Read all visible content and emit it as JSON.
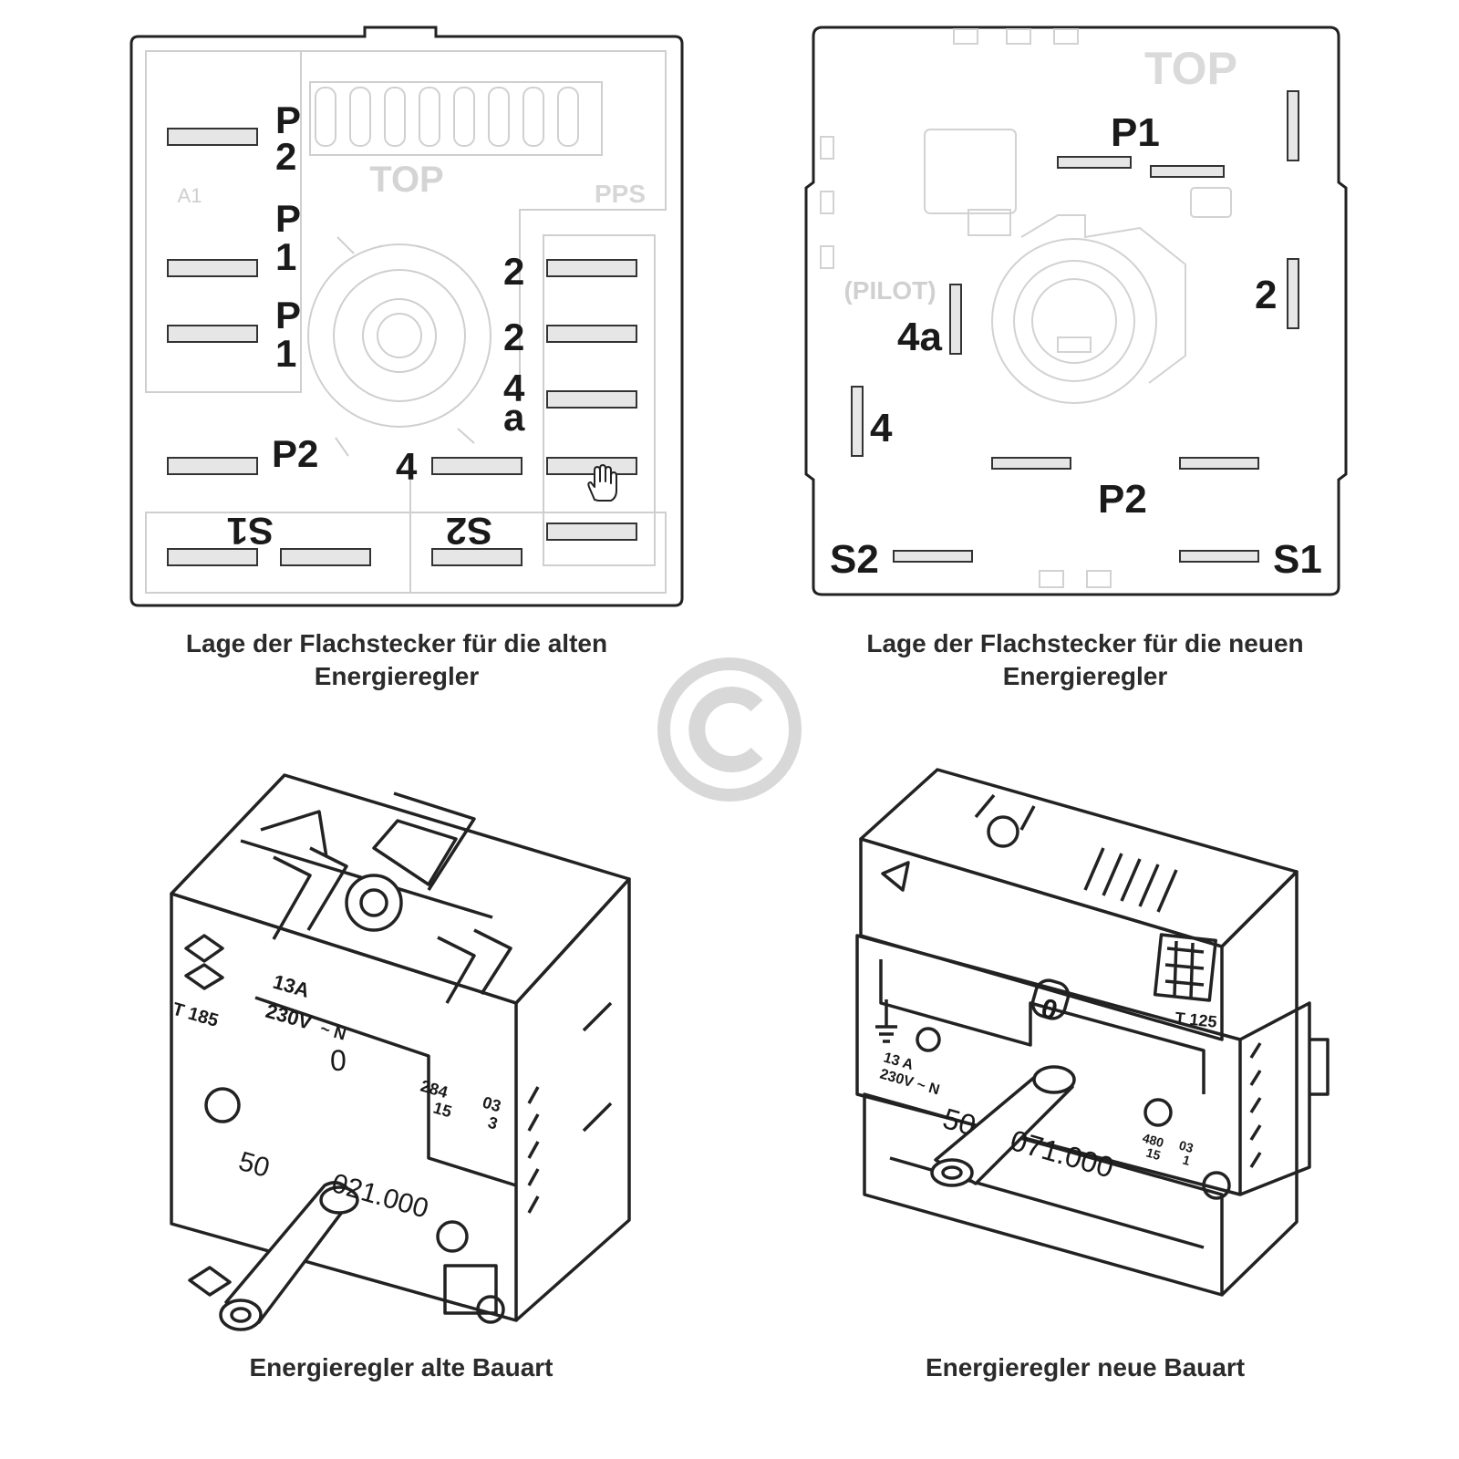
{
  "captions": {
    "old_connectors": "Lage der Flachstecker für die alten Energieregler",
    "new_connectors": "Lage der Flachstecker für die neuen Energieregler",
    "old_model": "Energieregler alte Bauart",
    "new_model": "Energieregler neue Bauart"
  },
  "old_diagram": {
    "top_label": "TOP",
    "a1_label": "A1",
    "pps_label": "PPS",
    "terminals": {
      "p2_upper": [
        "P",
        "2"
      ],
      "p1_a": [
        "P",
        "1"
      ],
      "p1_b": [
        "P",
        "1"
      ],
      "p2_lower": "P2",
      "t2_a": "2",
      "t2_b": "2",
      "t4a": [
        "4",
        "a"
      ],
      "t4": "4",
      "s1": "S1",
      "s2": "S2"
    }
  },
  "new_diagram": {
    "top_label": "TOP",
    "pilot_label": "(PILOT)",
    "terminals": {
      "p1": "P1",
      "t2": "2",
      "t4a": "4a",
      "t4": "4",
      "p2": "P2",
      "s1": "S1",
      "s2": "S2"
    }
  },
  "old_device": {
    "rating_top": "13A",
    "rating_bottom": "230V",
    "ac_mark": "~ N",
    "temp_code": "T 185",
    "zero_mark": "0",
    "code_left": "284",
    "code_left2": "15",
    "code_right": "03",
    "code_right2": "3",
    "part_left": "50",
    "part_right": "021.000"
  },
  "new_device": {
    "zero_mark": "0",
    "temp_code": "T 125",
    "rating_top": "13 A",
    "rating_bottom": "230V ~ N",
    "code_a": "480",
    "code_b": "15",
    "code_c": "03",
    "code_d": "1",
    "part_left": "50",
    "part_right": "071.000"
  },
  "icons": {
    "watermark": "copyright-icon",
    "cursor": "hand-pointer-icon"
  },
  "colors": {
    "line": "#222222",
    "faint": "#c8c8c8",
    "text": "#1a1a1a",
    "watermark": "#d8d8d8"
  }
}
